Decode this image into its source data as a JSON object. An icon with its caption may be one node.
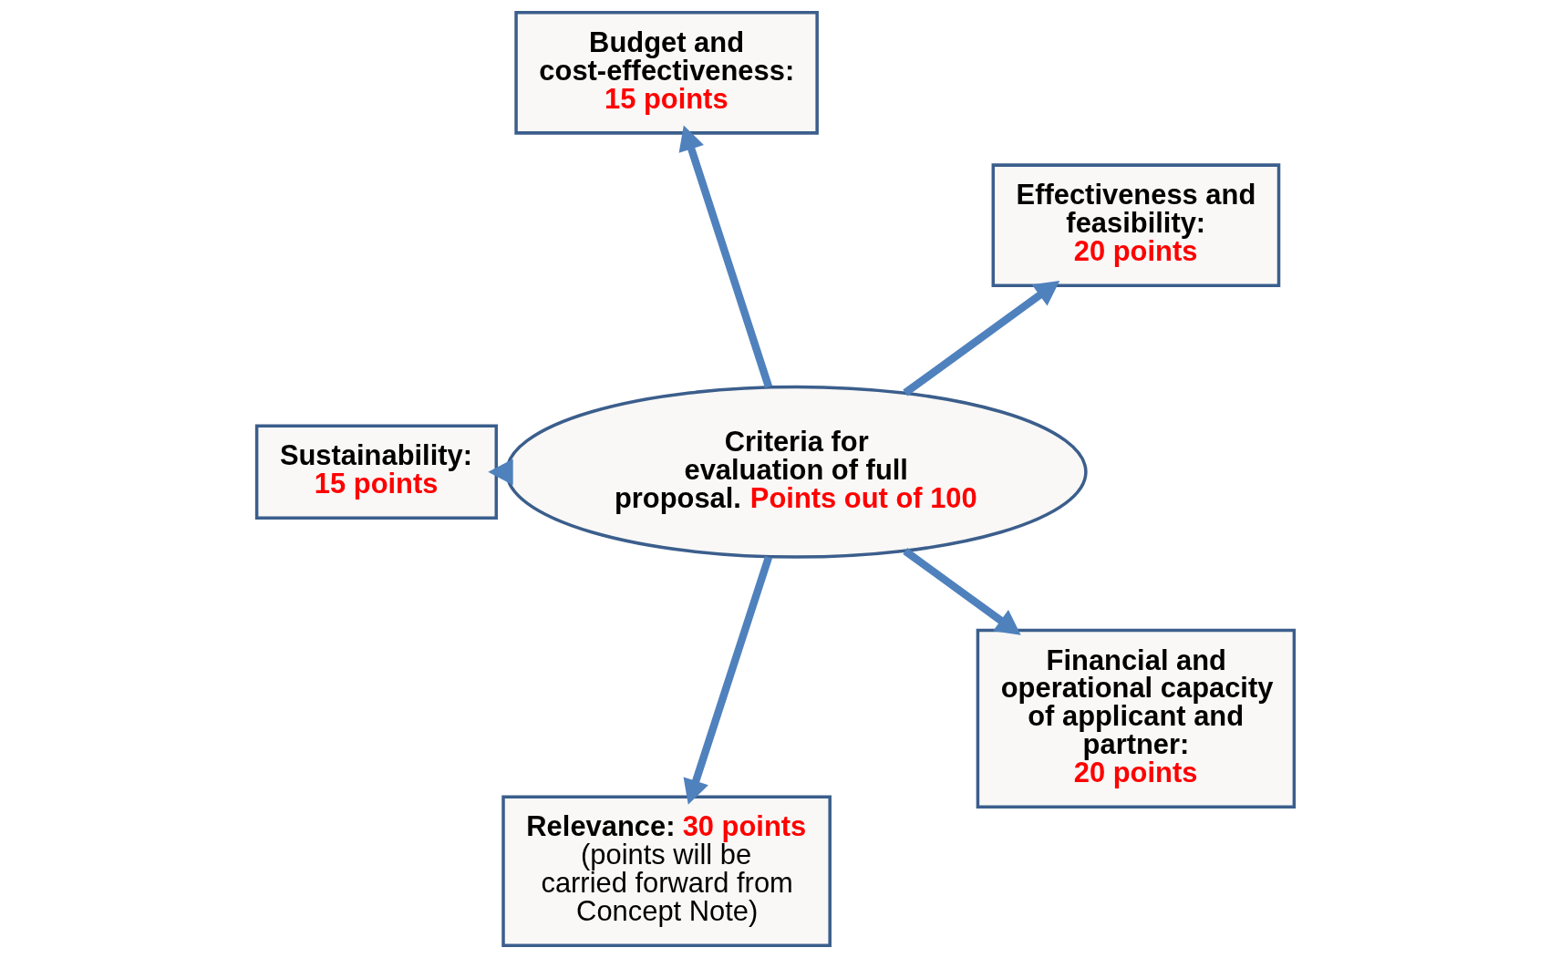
{
  "diagram": {
    "nodes": [
      {
        "text": [
          "Criteria for evaluation of full proposal.",
          "Points out of 100"
        ]
      },
      {
        "text": [
          "Financial and operational capacity of applicant and partner:",
          "20 points"
        ]
      },
      {
        "text": [
          "Relevance:",
          "30 points",
          "(points will be carried forward from Concept Note)"
        ]
      },
      {
        "text": [
          "Effectiveness and feasibility:",
          "20 points"
        ]
      },
      {
        "text": [
          "Budget and cost-effectiveness:",
          "15 points"
        ]
      },
      {
        "text": [
          "Sustainability:",
          "15 points"
        ]
      }
    ],
    "edges": [
      {
        "from": 0,
        "to": 1,
        "arrow": "to"
      },
      {
        "from": 0,
        "to": 2,
        "arrow": "to"
      },
      {
        "from": 0,
        "to": 3,
        "arrow": "to"
      },
      {
        "from": 0,
        "to": 4,
        "arrow": "to"
      },
      {
        "from": 0,
        "to": 5,
        "arrow": "to"
      }
    ]
  }
}
